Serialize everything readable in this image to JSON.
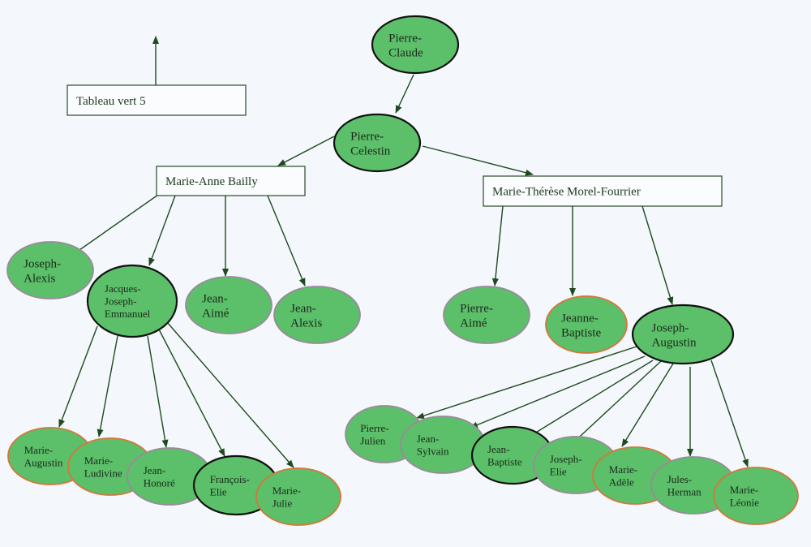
{
  "title_box": {
    "label": "Tableau vert 5",
    "arrow": "up-arrow"
  },
  "colors": {
    "node_fill": "#5cbf6a",
    "border_male": "#9a8a9a",
    "border_female": "#d4773c",
    "border_highlight": "#111111",
    "edge": "#1f4a1f",
    "box_border": "#2a4a2a",
    "background": "#f4f7fb"
  },
  "nodes": [
    {
      "id": "pierre-claude",
      "lines": [
        "Pierre-",
        "Claude"
      ],
      "border": "highlight"
    },
    {
      "id": "pierre-celestin",
      "lines": [
        "Pierre-",
        "Celestin"
      ],
      "border": "highlight"
    },
    {
      "id": "joseph-alexis",
      "lines": [
        "Joseph-",
        "Alexis"
      ],
      "border": "male"
    },
    {
      "id": "jacques-joseph-emmanuel",
      "lines": [
        "Jacques-",
        "Joseph-",
        "Emmanuel"
      ],
      "border": "highlight"
    },
    {
      "id": "jean-aime",
      "lines": [
        "Jean-",
        "Aimé"
      ],
      "border": "male"
    },
    {
      "id": "jean-alexis",
      "lines": [
        "Jean-",
        "Alexis"
      ],
      "border": "male"
    },
    {
      "id": "pierre-aime",
      "lines": [
        "Pierre-",
        "Aimé"
      ],
      "border": "male"
    },
    {
      "id": "jeanne-baptiste",
      "lines": [
        "Jeanne-",
        "Baptiste"
      ],
      "border": "female"
    },
    {
      "id": "joseph-augustin",
      "lines": [
        "Joseph-",
        "Augustin"
      ],
      "border": "highlight"
    },
    {
      "id": "marie-augustin",
      "lines": [
        "Marie-",
        "Augustin"
      ],
      "border": "female"
    },
    {
      "id": "marie-ludivine",
      "lines": [
        "Marie-",
        "Ludivine"
      ],
      "border": "female"
    },
    {
      "id": "jean-honore",
      "lines": [
        "Jean-",
        "Honoré"
      ],
      "border": "male"
    },
    {
      "id": "francois-elie",
      "lines": [
        "François-",
        "Elie"
      ],
      "border": "highlight"
    },
    {
      "id": "marie-julie",
      "lines": [
        "Marie-",
        "Julie"
      ],
      "border": "female"
    },
    {
      "id": "pierre-julien",
      "lines": [
        "Pierre-",
        "Julien"
      ],
      "border": "male"
    },
    {
      "id": "jean-sylvain",
      "lines": [
        "Jean-",
        "Sylvain"
      ],
      "border": "male"
    },
    {
      "id": "jean-baptiste",
      "lines": [
        "Jean-",
        "Baptiste"
      ],
      "border": "highlight"
    },
    {
      "id": "joseph-elie",
      "lines": [
        "Joseph-",
        "Elie"
      ],
      "border": "male"
    },
    {
      "id": "marie-adele",
      "lines": [
        "Marie-",
        "Adèle"
      ],
      "border": "female"
    },
    {
      "id": "jules-herman",
      "lines": [
        "Jules-",
        "Herman"
      ],
      "border": "male"
    },
    {
      "id": "marie-leonie",
      "lines": [
        "Marie-",
        "Léonie"
      ],
      "border": "female"
    }
  ],
  "spouses": [
    {
      "id": "marie-anne-bailly",
      "label": "Marie-Anne Bailly"
    },
    {
      "id": "marie-therese-morel-fourrier",
      "label": "Marie-Thérèse Morel-Fourrier"
    }
  ],
  "edges": [
    [
      "pierre-claude",
      "pierre-celestin"
    ],
    [
      "pierre-celestin",
      "marie-anne-bailly"
    ],
    [
      "pierre-celestin",
      "marie-therese-morel-fourrier"
    ],
    [
      "marie-anne-bailly",
      "joseph-alexis"
    ],
    [
      "marie-anne-bailly",
      "jacques-joseph-emmanuel"
    ],
    [
      "marie-anne-bailly",
      "jean-aime"
    ],
    [
      "marie-anne-bailly",
      "jean-alexis"
    ],
    [
      "marie-therese-morel-fourrier",
      "pierre-aime"
    ],
    [
      "marie-therese-morel-fourrier",
      "jeanne-baptiste"
    ],
    [
      "marie-therese-morel-fourrier",
      "joseph-augustin"
    ],
    [
      "jacques-joseph-emmanuel",
      "marie-augustin"
    ],
    [
      "jacques-joseph-emmanuel",
      "marie-ludivine"
    ],
    [
      "jacques-joseph-emmanuel",
      "jean-honore"
    ],
    [
      "jacques-joseph-emmanuel",
      "francois-elie"
    ],
    [
      "jacques-joseph-emmanuel",
      "marie-julie"
    ],
    [
      "joseph-augustin",
      "pierre-julien"
    ],
    [
      "joseph-augustin",
      "jean-sylvain"
    ],
    [
      "joseph-augustin",
      "jean-baptiste"
    ],
    [
      "joseph-augustin",
      "joseph-elie"
    ],
    [
      "joseph-augustin",
      "marie-adele"
    ],
    [
      "joseph-augustin",
      "jules-herman"
    ],
    [
      "joseph-augustin",
      "marie-leonie"
    ]
  ]
}
